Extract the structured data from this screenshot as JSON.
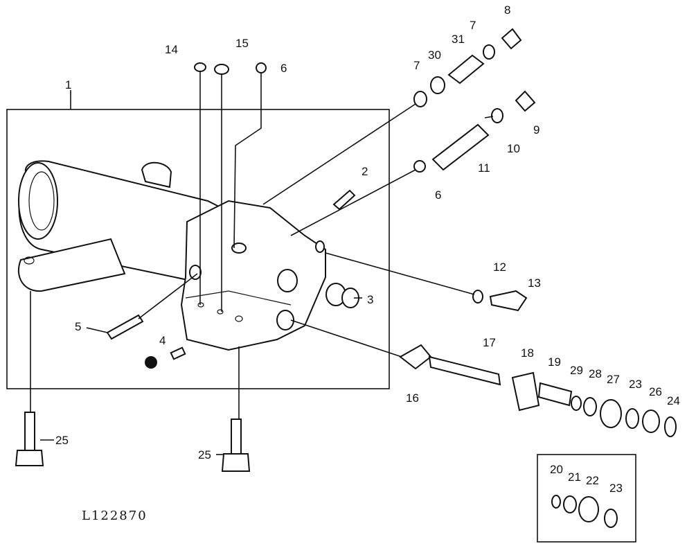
{
  "figure_code": "L122870",
  "callouts": [
    {
      "id": "c1",
      "text": "1"
    },
    {
      "id": "c2",
      "text": "2"
    },
    {
      "id": "c3",
      "text": "3"
    },
    {
      "id": "c4",
      "text": "4"
    },
    {
      "id": "c5",
      "text": "5"
    },
    {
      "id": "c6a",
      "text": "6"
    },
    {
      "id": "c6b",
      "text": "6"
    },
    {
      "id": "c7a",
      "text": "7"
    },
    {
      "id": "c7b",
      "text": "7"
    },
    {
      "id": "c8",
      "text": "8"
    },
    {
      "id": "c9",
      "text": "9"
    },
    {
      "id": "c10",
      "text": "10"
    },
    {
      "id": "c11",
      "text": "11"
    },
    {
      "id": "c12",
      "text": "12"
    },
    {
      "id": "c13",
      "text": "13"
    },
    {
      "id": "c14",
      "text": "14"
    },
    {
      "id": "c15",
      "text": "15"
    },
    {
      "id": "c16",
      "text": "16"
    },
    {
      "id": "c17",
      "text": "17"
    },
    {
      "id": "c18",
      "text": "18"
    },
    {
      "id": "c19",
      "text": "19"
    },
    {
      "id": "c20",
      "text": "20"
    },
    {
      "id": "c21",
      "text": "21"
    },
    {
      "id": "c22",
      "text": "22"
    },
    {
      "id": "c23a",
      "text": "23"
    },
    {
      "id": "c23b",
      "text": "23"
    },
    {
      "id": "c24",
      "text": "24"
    },
    {
      "id": "c25a",
      "text": "25"
    },
    {
      "id": "c25b",
      "text": "25"
    },
    {
      "id": "c26",
      "text": "26"
    },
    {
      "id": "c27",
      "text": "27"
    },
    {
      "id": "c28",
      "text": "28"
    },
    {
      "id": "c29",
      "text": "29"
    },
    {
      "id": "c30",
      "text": "30"
    },
    {
      "id": "c31",
      "text": "31"
    }
  ]
}
